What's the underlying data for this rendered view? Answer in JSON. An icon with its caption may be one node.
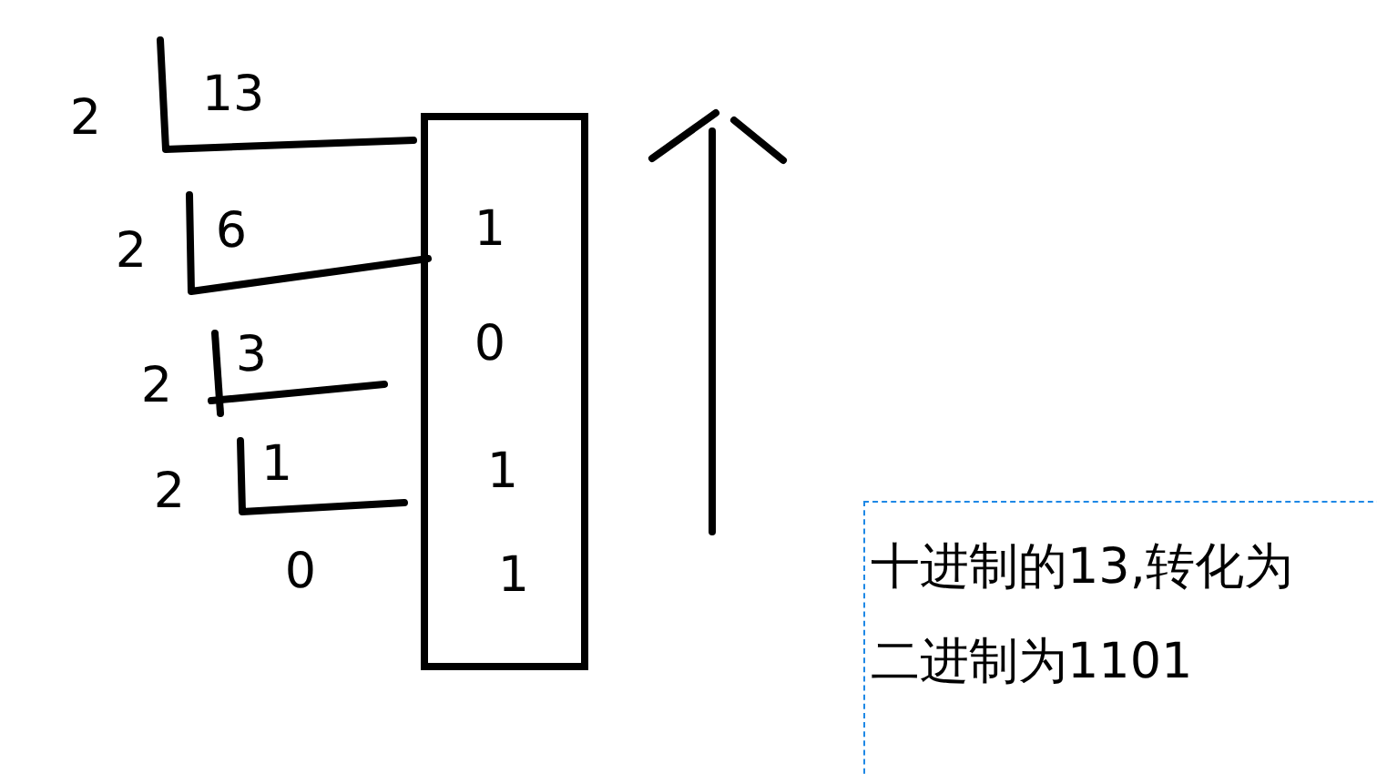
{
  "diagram": {
    "nodes": [
      {
        "text": [
          "1",
          "0",
          "1",
          "1"
        ]
      },
      {
        "text": [
          "十进制的13,转化为二进制为1101"
        ]
      }
    ],
    "labels": [
      "2",
      "13",
      "2",
      "6",
      "2",
      "3",
      "2",
      "1",
      "0"
    ]
  }
}
